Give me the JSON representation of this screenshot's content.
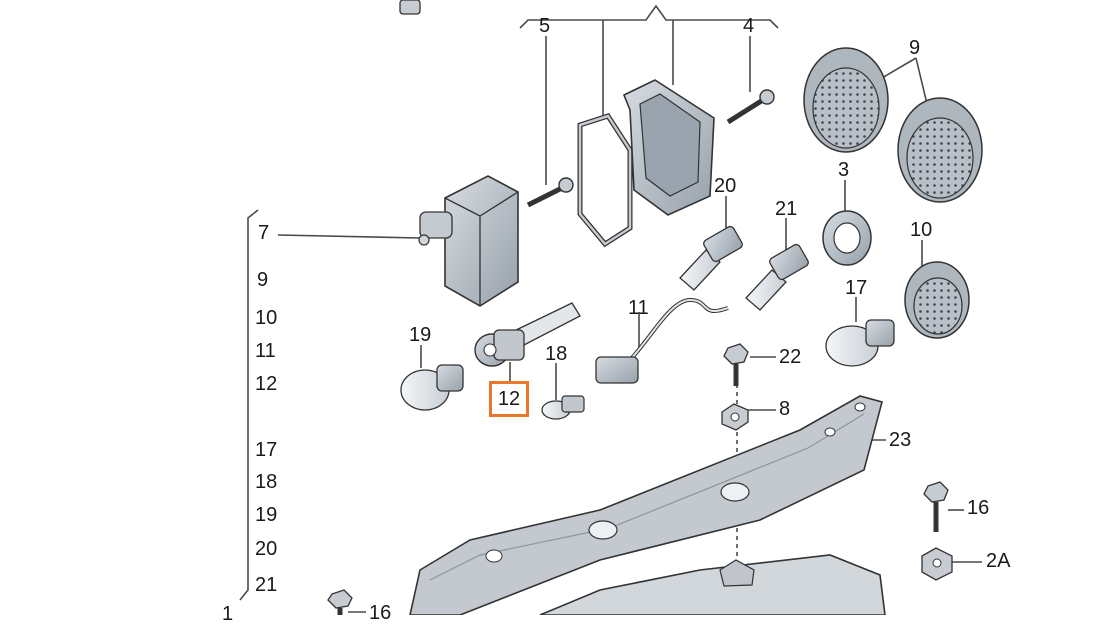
{
  "diagram": {
    "callouts": {
      "c5": "5",
      "c4": "4",
      "c9top": "9",
      "c7": "7",
      "c20": "20",
      "c21": "21",
      "c3": "3",
      "c10r": "10",
      "c19": "19",
      "c12": "12",
      "c18": "18",
      "c11": "11",
      "c17": "17",
      "c22": "22",
      "c8": "8",
      "c23": "23",
      "c16r": "16",
      "c2a": "2A",
      "c16b": "16",
      "c1": "1"
    },
    "side_list": [
      "9",
      "10",
      "11",
      "12",
      "17",
      "18",
      "19",
      "20",
      "21"
    ],
    "highlighted_part": "12",
    "highlight_color": "#e8782c",
    "line_color": "#4a4a4a",
    "part_fill": "#b7bec6"
  }
}
